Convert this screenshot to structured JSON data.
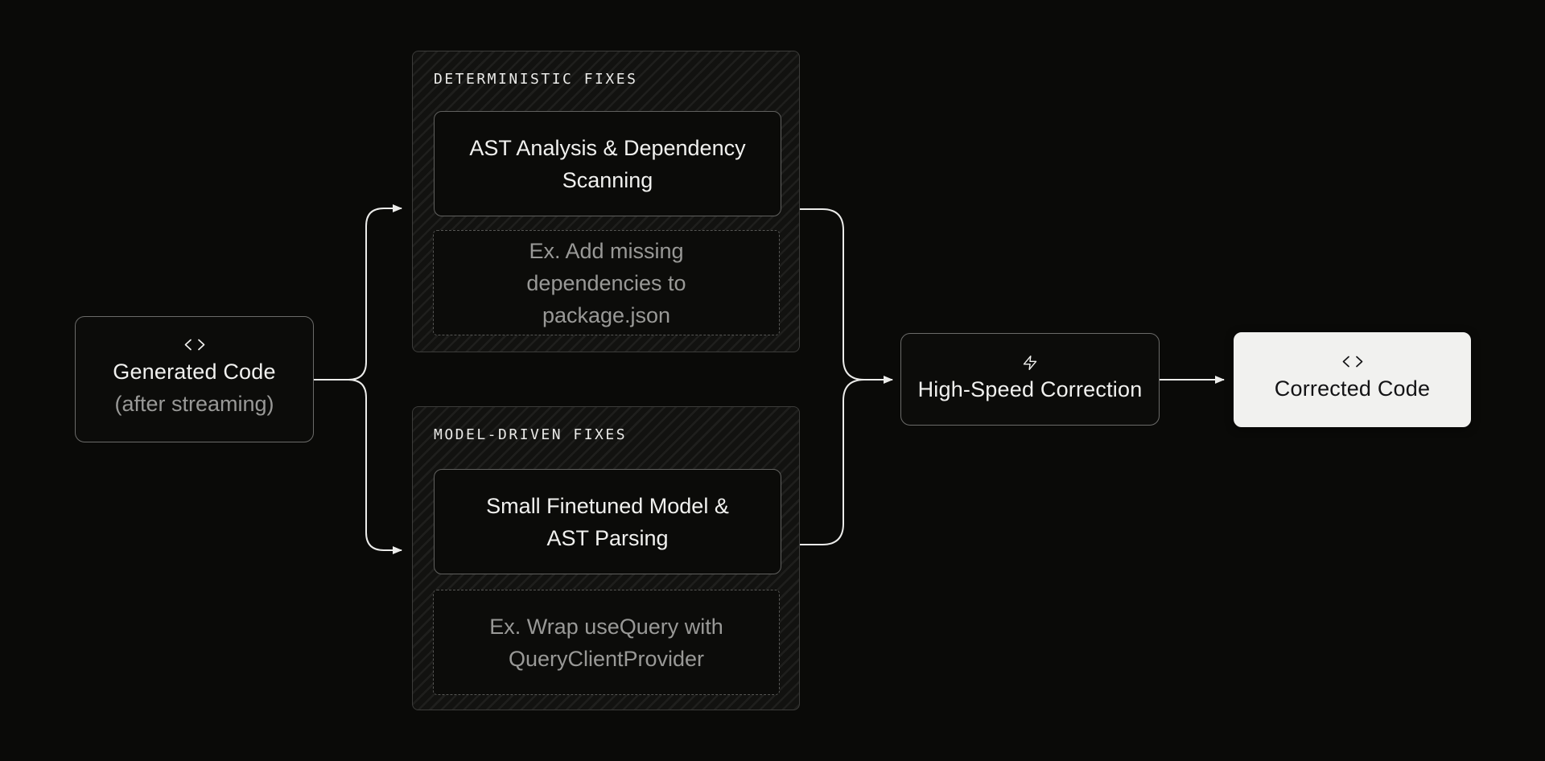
{
  "diagram": {
    "description": "code correction pipeline flowchart"
  },
  "colors": {
    "background": "#0a0a08",
    "panel_background": "#121210",
    "hatch_stripe": "#1f1f1d",
    "panel_border": "#3c3c3a",
    "node_background": "#0c0c0a",
    "node_border": "#6b6b69",
    "step_border": "#61615f",
    "dashed_border": "#565654",
    "connector_line": "#ececea",
    "text_primary": "#f1f1ef",
    "text_muted": "#999997",
    "corrected_background": "#f1f1ef",
    "corrected_text": "#131315"
  },
  "nodes": {
    "generated_code": {
      "icon": "code-icon",
      "title": "Generated Code",
      "subtitle": "(after streaming)"
    },
    "deterministic_fixes": {
      "title": "DETERMINISTIC FIXES",
      "primary": "AST Analysis & Dependency Scanning",
      "example": "Ex. Add missing dependencies to package.json"
    },
    "model_driven_fixes": {
      "title": "MODEL-DRIVEN FIXES",
      "primary": "Small Finetuned Model & AST Parsing",
      "example": "Ex. Wrap useQuery with QueryClientProvider"
    },
    "high_speed_correction": {
      "icon": "lightning-icon",
      "title": "High-Speed Correction"
    },
    "corrected_code": {
      "icon": "code-icon",
      "title": "Corrected Code"
    }
  }
}
